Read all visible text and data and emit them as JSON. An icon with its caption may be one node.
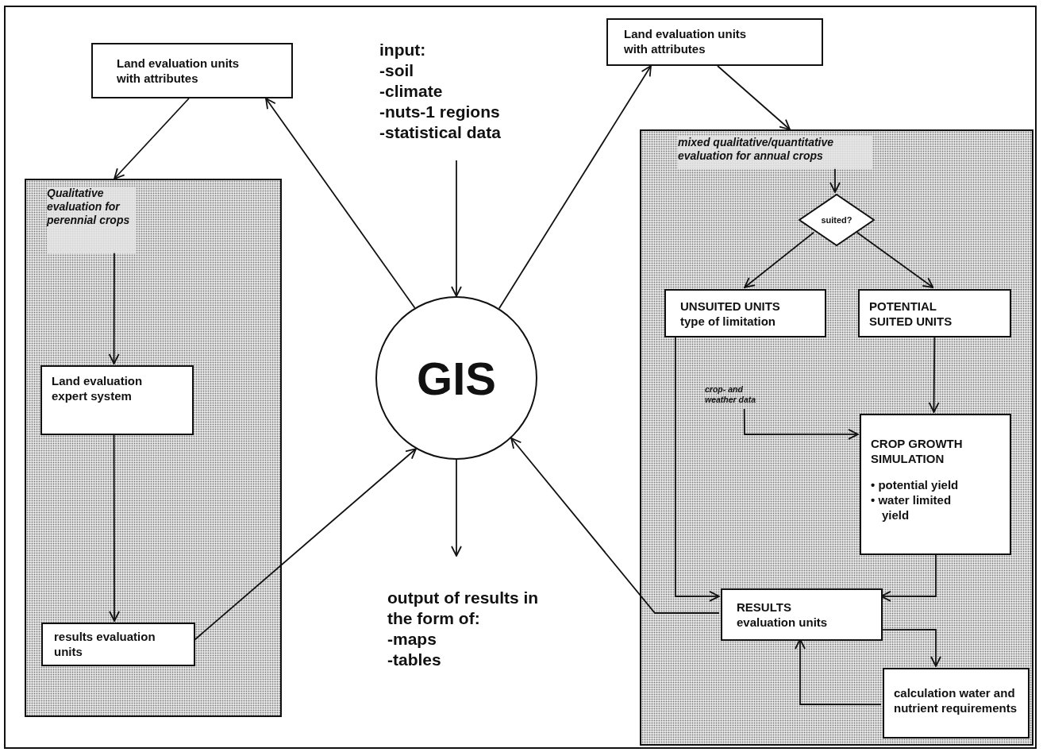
{
  "diagram": {
    "nodes": [
      {
        "text": [
          "Land evaluation units with attributes"
        ]
      },
      {
        "text": [],
        "shape": "box"
      },
      {
        "text": [
          "Qualitative evaluation for perennial crops"
        ],
        "in": 1
      },
      {
        "text": [
          "Land evaluation expert system"
        ],
        "in": 1
      },
      {
        "text": [
          "results evaluation units"
        ],
        "in": 1
      },
      {
        "text": [
          "GIS"
        ]
      },
      {
        "text": [
          "input:",
          "-soil",
          "-climate",
          "-nuts-1 regions",
          "-statistical data"
        ]
      },
      {
        "text": [
          "output of results in the form of:",
          "-maps",
          "-tables"
        ]
      },
      {
        "text": [
          "Land evaluation units with attributes"
        ]
      },
      {
        "text": [],
        "shape": "box"
      },
      {
        "text": [
          "mixed qualitative/quantitative evaluation for annual crops"
        ],
        "in": 9
      },
      {
        "text": [
          "suited?"
        ],
        "in": 9
      },
      {
        "text": [
          "UNSUITED UNITS",
          "type of limitation"
        ],
        "in": 9
      },
      {
        "text": [
          "POTENTIAL SUITED UNITS"
        ],
        "in": 9
      },
      {
        "text": [
          "crop- and weather data"
        ],
        "in": 9
      },
      {
        "text": [
          "CROP GROWTH SIMULATION",
          "• potential yield",
          "• water limited yield"
        ],
        "in": 9
      },
      {
        "text": [
          "RESULTS",
          "evaluation units"
        ],
        "in": 9
      },
      {
        "text": [
          "calculation water and nutrient requirements"
        ],
        "in": 9
      }
    ],
    "edges": [
      {
        "from": 5,
        "to": 0,
        "arrow": "to"
      },
      {
        "from": 0,
        "to": 1,
        "arrow": "to"
      },
      {
        "from": 2,
        "to": 3,
        "arrow": "to"
      },
      {
        "from": 3,
        "to": 4,
        "arrow": "to"
      },
      {
        "from": 4,
        "to": 5,
        "arrow": "to"
      },
      {
        "from": 6,
        "to": 5,
        "arrow": "to"
      },
      {
        "from": 5,
        "to": 7,
        "arrow": "to"
      },
      {
        "from": 5,
        "to": 8,
        "arrow": "to"
      },
      {
        "from": 8,
        "to": 9,
        "arrow": "to"
      },
      {
        "from": 10,
        "to": 11,
        "arrow": "to"
      },
      {
        "from": 11,
        "to": 12,
        "arrow": "to"
      },
      {
        "from": 11,
        "to": 13,
        "arrow": "to"
      },
      {
        "from": 13,
        "to": 15,
        "arrow": "to"
      },
      {
        "from": 14,
        "to": 15,
        "arrow": "to"
      },
      {
        "from": 12,
        "to": 16,
        "arrow": "to"
      },
      {
        "from": 15,
        "to": 16,
        "arrow": "to"
      },
      {
        "from": 16,
        "to": 5,
        "arrow": "to"
      },
      {
        "from": 16,
        "to": 17,
        "arrow": "to"
      },
      {
        "from": 17,
        "to": 16,
        "arrow": "to"
      }
    ]
  }
}
